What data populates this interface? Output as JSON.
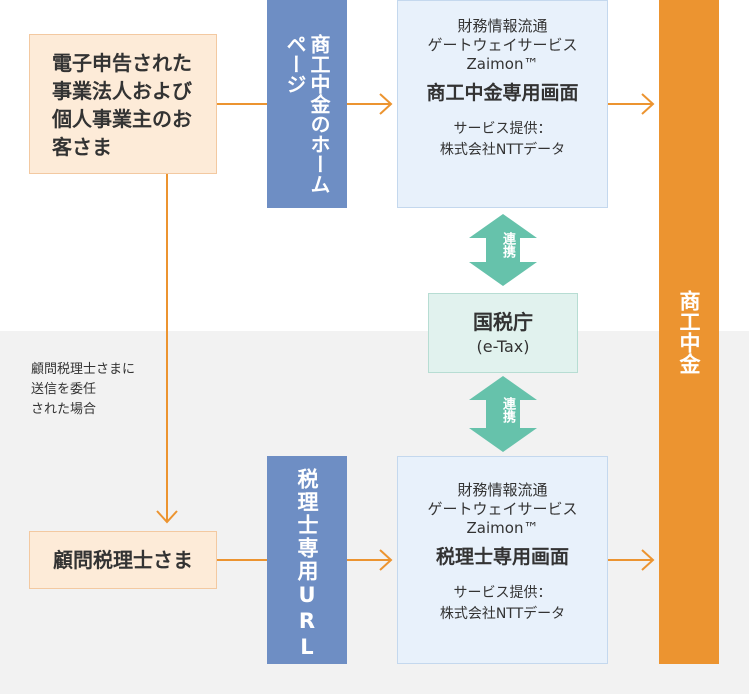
{
  "customer": {
    "lines": [
      "電子申告された",
      "事業法人および",
      "個人事業主のお",
      "客さま"
    ]
  },
  "homepage": {
    "label": "商工中金のホームページ"
  },
  "service_top": {
    "line1": "財務情報流通",
    "line2": "ゲートウェイサービス",
    "line3": "Zaimon™",
    "title": "商工中金専用画面",
    "provider1": "サービス提供：",
    "provider2": "株式会社NTTデータ"
  },
  "link_top": {
    "label": "連携"
  },
  "nta": {
    "name": "国税庁",
    "sub": "(e-Tax)"
  },
  "link_bottom": {
    "label": "連携"
  },
  "note": {
    "lines": [
      "顧問税理士さまに",
      "送信を委任",
      "された場合"
    ]
  },
  "advisor": {
    "label": "顧問税理士さま"
  },
  "zeiri_url": {
    "label": "税理士専用URL"
  },
  "service_bottom": {
    "line1": "財務情報流通",
    "line2": "ゲートウェイサービス",
    "line3": "Zaimon™",
    "title": "税理士専用画面",
    "provider1": "サービス提供：",
    "provider2": "株式会社NTTデータ"
  },
  "shoko": {
    "label": "商工中金"
  },
  "colors": {
    "arrow": "#ec9430",
    "teal": "#66c2ab",
    "blue": "#6e8ec4",
    "orange": "#ec9430"
  }
}
